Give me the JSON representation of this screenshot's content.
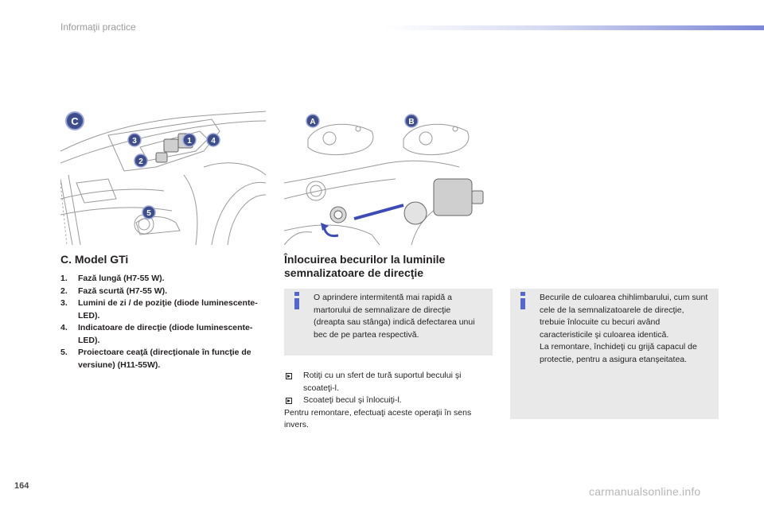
{
  "header": {
    "title": "Informaţii practice"
  },
  "page_number": "164",
  "watermark": "carmanualsonline.info",
  "illustration_left": {
    "callouts": [
      "C",
      "3",
      "1",
      "4",
      "2",
      "5"
    ]
  },
  "illustration_right": {
    "callouts": [
      "A",
      "B"
    ]
  },
  "section_gti": {
    "title": "C. Model GTi",
    "items": [
      {
        "num": "1.",
        "text": "Fază lungă (H7-55 W)."
      },
      {
        "num": "2.",
        "text": "Fază scurtă (H7-55 W)."
      },
      {
        "num": "3.",
        "text": "Lumini de zi / de poziţie (diode luminescente-LED)."
      },
      {
        "num": "4.",
        "text": "Indicatoare de direcţie (diode luminescente-LED)."
      },
      {
        "num": "5.",
        "text": "Proiectoare ceaţă (direcţionale în funcţie de versiune) (H11-55W)."
      }
    ]
  },
  "section_replace": {
    "title": "Înlocuirea becurilor la luminile semnalizatoare de direcţie",
    "info_left": "O aprindere intermitentă mai rapidă a martorului de semnalizare de direcţie (dreapta sau stânga) indică defectarea unui bec de pe partea respectivă.",
    "steps": [
      "Rotiţi cu un sfert de tură suportul becului şi scoateţi-l.",
      "Scoateţi becul şi înlocuiţi-l."
    ],
    "reassembly": "Pentru remontare, efectuaţi aceste operaţii în sens invers.",
    "info_right": "Becurile de culoarea chihlimbarului, cum sunt cele de la semnalizatoarele de direcţie, trebuie înlocuite cu becuri având caracteristicile şi culoarea identică.",
    "info_right_2": "La remontare, închideţi cu grijă capacul de protectie, pentru a asigura etanşeitatea."
  },
  "colors": {
    "accent_blue": "#3d4bb8",
    "info_icon": "#5566cc",
    "box_bg": "#e9e9ea",
    "callout": "#3e4e8c"
  }
}
